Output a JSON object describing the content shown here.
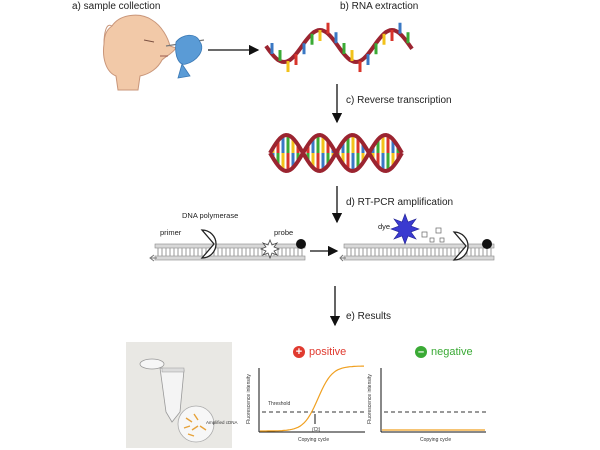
{
  "steps": {
    "a": "a) sample collection",
    "b": "b) RNA extraction",
    "c": "c) Reverse transcription",
    "d": "d) RT-PCR amplification",
    "e": "e) Results"
  },
  "labels": {
    "dna_polymerase": "DNA polymerase",
    "primer": "primer",
    "probe": "probe",
    "dye": "dye",
    "amplified_cdna": "Amplified cDNA"
  },
  "results": {
    "positive": {
      "sign": "+",
      "label": "positive",
      "color": "#e03a2f"
    },
    "negative": {
      "sign": "–",
      "label": "negative",
      "color": "#3aaa35"
    },
    "ylabel": "Fluorescence intensity",
    "xlabel": "Copying cycle",
    "threshold": "Threshold",
    "ct": "(Ct)"
  },
  "colors": {
    "strand": "#9b2430",
    "curve": "#f0a020",
    "base_colors": [
      "#3a78c4",
      "#3aaa35",
      "#f2c21a",
      "#d8342b"
    ]
  }
}
